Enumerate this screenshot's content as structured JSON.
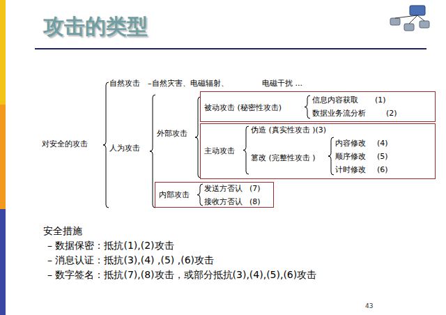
{
  "diagram": {
    "title": "攻击的类型",
    "nodes": [
      {
        "text": [
          "被动攻击 (秘密性攻击)",
          "信息内容获取",
          "(1)",
          "数据业务流分析",
          "(2)"
        ]
      },
      {
        "text": [
          "主动攻击",
          "伪造 (真实性攻击 )(3)",
          "篡改 (完整性攻击 )",
          "内容修改",
          "(4)",
          "顺序修改",
          "(5)",
          "计时修改",
          "(6)"
        ]
      },
      {
        "text": [
          "内部攻击",
          "发送方否认",
          "(7)",
          "接收方否认",
          "(8)"
        ]
      }
    ],
    "labels": [
      "对安全的攻击",
      "自然攻击",
      "–自然灾害、电磁辐射、",
      "电磁干扰 ...",
      "人为攻击",
      "外部攻击",
      "安全措施",
      "– 数据保密：抵抗(1),(2)攻击",
      "– 消息认证：抵抗(3),(4) ,(5) ,(6)攻击",
      "– 数字签名：抵抗(7),(8)攻击，或部分抵抗(3),(4),(5),(6)攻击",
      "43"
    ]
  }
}
